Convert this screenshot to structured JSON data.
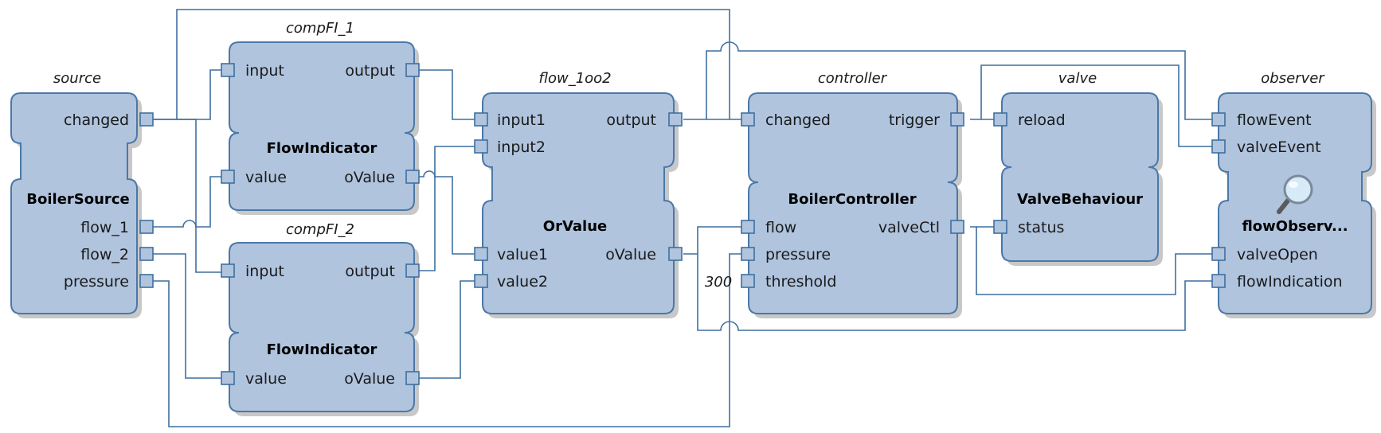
{
  "blocks": {
    "source": {
      "instance": "source",
      "type": "BoilerSource",
      "ports": [
        "changed",
        "flow_1",
        "flow_2",
        "pressure"
      ]
    },
    "compFI_1": {
      "instance": "compFI_1",
      "type": "FlowIndicator",
      "ports": [
        "input",
        "output",
        "value",
        "oValue"
      ]
    },
    "compFI_2": {
      "instance": "compFI_2",
      "type": "FlowIndicator",
      "ports": [
        "input",
        "output",
        "value",
        "oValue"
      ]
    },
    "flow_1oo2": {
      "instance": "flow_1oo2",
      "type": "OrValue",
      "ports": [
        "input1",
        "input2",
        "output",
        "value1",
        "value2",
        "oValue"
      ]
    },
    "controller": {
      "instance": "controller",
      "type": "BoilerController",
      "ports": [
        "changed",
        "trigger",
        "flow",
        "valveCtl",
        "pressure",
        "threshold"
      ]
    },
    "valve": {
      "instance": "valve",
      "type": "ValveBehaviour",
      "ports": [
        "reload",
        "status"
      ]
    },
    "observer": {
      "instance": "observer",
      "type": "flowObserv...",
      "ports": [
        "flowEvent",
        "valveEvent",
        "valveOpen",
        "flowIndication"
      ]
    }
  },
  "constants": {
    "threshold_value": "300"
  },
  "icons": {
    "observer_icon": "magnifier-icon"
  },
  "colors": {
    "block_fill": "#b0c4de",
    "block_border": "#4a78a8",
    "wire": "#3f6f9f",
    "shadow": "#c8c8c8"
  }
}
